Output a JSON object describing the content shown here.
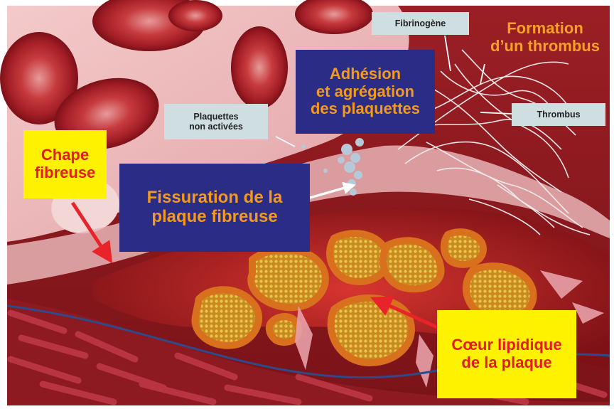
{
  "labels": {
    "fibrinogene": "Fibrinogène",
    "formation_l1": "Formation",
    "formation_l2": "d’un thrombus",
    "adhesion_l1": "Adhésion",
    "adhesion_l2": "et agrégation",
    "adhesion_l3": "des plaquettes",
    "plaquettes_l1": "Plaquettes",
    "plaquettes_l2": "non activées",
    "thrombus": "Thrombus",
    "chape_l1": "Chape",
    "chape_l2": "fibreuse",
    "fissuration_l1": "Fissuration de la",
    "fissuration_l2": "plaque fibreuse",
    "coeur_l1": "Cœur lipidique",
    "coeur_l2": "de la plaque"
  },
  "colors": {
    "navy_box": "#2a2c86",
    "orange_text": "#f39a1e",
    "yellow_box": "#fff200",
    "red_text": "#e31b23",
    "grey_box": "#cfdee0",
    "arrow_red": "#e8232a",
    "arrow_white": "#ffffff"
  }
}
